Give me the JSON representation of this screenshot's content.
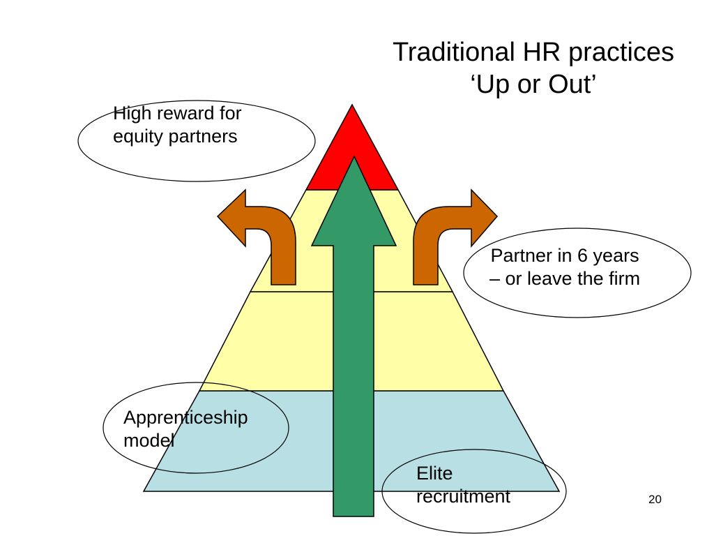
{
  "title": {
    "line1": "Traditional HR practices",
    "line2": "‘Up or Out’"
  },
  "callouts": {
    "top_reward": {
      "line1": "High reward for",
      "line2": "equity partners"
    },
    "partner_rule": {
      "line1": "Partner in 6 years",
      "line2": "– or leave the firm"
    },
    "apprenticeship": {
      "line1": "Apprenticeship",
      "line2": "model"
    },
    "recruitment": {
      "line1": "Elite",
      "line2": "recruitment"
    }
  },
  "page_number": "20",
  "colors": {
    "apex": "#ff0000",
    "middle_tiers": "#ffffa8",
    "base_tier": "#b8e0e4",
    "growth_arrow": "#339966",
    "exit_arrows": "#cc6600",
    "outline": "#000000"
  },
  "icons": {
    "growth_arrow": "up-arrow-icon",
    "exit_arrows": "curved-arrow-icon"
  }
}
